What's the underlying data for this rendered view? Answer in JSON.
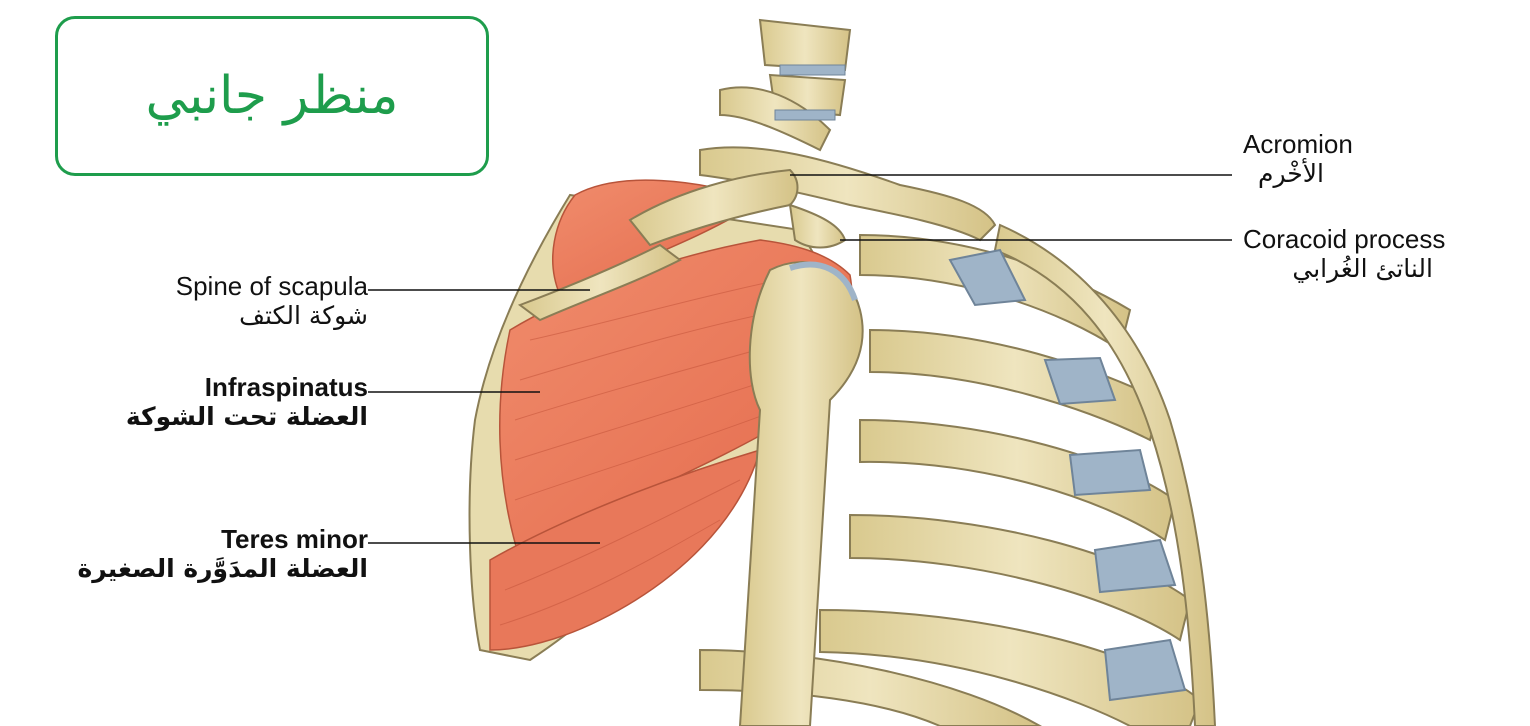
{
  "title": "منظر جانبي",
  "labels": {
    "acromion": {
      "en": "Acromion",
      "ar": "الأخْرم"
    },
    "coracoid": {
      "en": "Coracoid process",
      "ar": "الناتئ الغُرابي"
    },
    "spine": {
      "en": "Spine of scapula",
      "ar": "شوكة الكتف"
    },
    "infraspinatus": {
      "en": "Infraspinatus",
      "ar": "العضلة تحت الشوكة"
    },
    "teres_minor": {
      "en": "Teres minor",
      "ar": "العضلة المدَوَّرة الصغيرة"
    }
  },
  "colors": {
    "accent": "#1e9d4c",
    "bone": "#e8dcae",
    "bone_outline": "#8a7d55",
    "muscle": "#ec7d5e",
    "cartilage": "#9fb4c8"
  }
}
